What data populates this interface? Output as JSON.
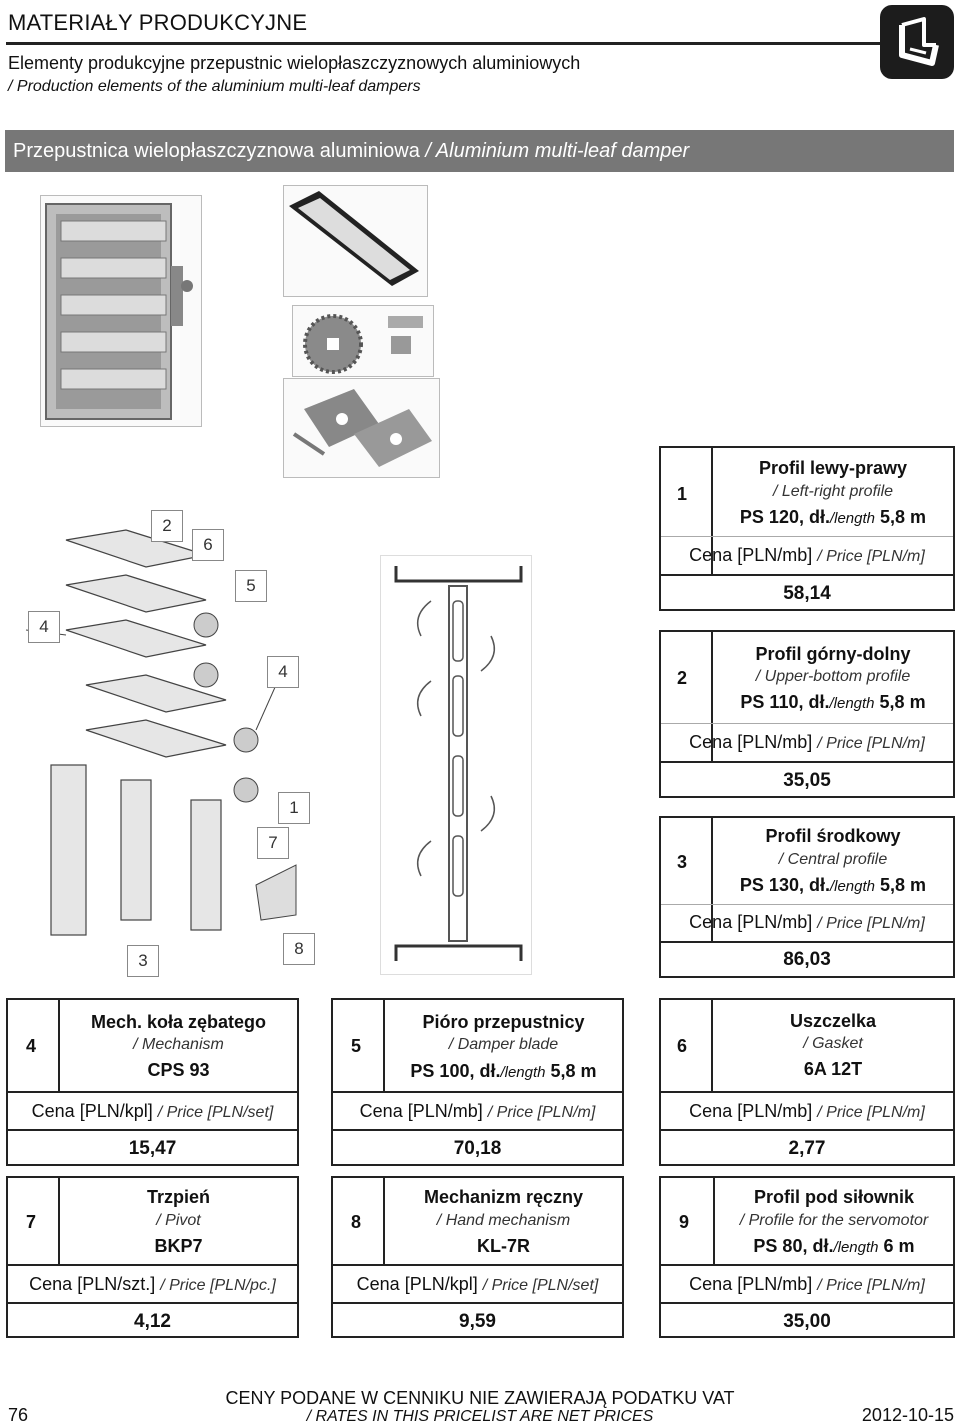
{
  "header": {
    "title": "MATERIAŁY PRODUKCYJNE",
    "subtitle": "Elementy produkcyjne przepustnic wielopłaszczyznowych aluminiowych",
    "subtitle_en": "/ Production elements of the aluminium multi-leaf dampers"
  },
  "section": {
    "title": "Przepustnica wielopłaszczyznowa aluminiowa",
    "title_en": "/ Aluminium multi-leaf damper"
  },
  "diagram_callouts": [
    "2",
    "6",
    "5",
    "4",
    "4",
    "1",
    "7",
    "3",
    "8"
  ],
  "products": [
    {
      "num": "1",
      "name": "Profil lewy-prawy",
      "name_en": "/ Left-right profile",
      "code": "PS 120, dł.",
      "len_en": "/length",
      "len": "5,8 m",
      "price_label": "Cena [PLN/mb]",
      "price_label_en": "/ Price [PLN/m]",
      "price": "58,14"
    },
    {
      "num": "2",
      "name": "Profil górny-dolny",
      "name_en": "/ Upper-bottom profile",
      "code": "PS 110, dł.",
      "len_en": "/length",
      "len": "5,8 m",
      "price_label": "Cena [PLN/mb]",
      "price_label_en": "/ Price [PLN/m]",
      "price": "35,05"
    },
    {
      "num": "3",
      "name": "Profil środkowy",
      "name_en": "/ Central profile",
      "code": "PS 130, dł.",
      "len_en": "/length",
      "len": "5,8 m",
      "price_label": "Cena [PLN/mb]",
      "price_label_en": "/ Price [PLN/m]",
      "price": "86,03"
    },
    {
      "num": "4",
      "name": "Mech. koła zębatego",
      "name_en": "/ Mechanism",
      "code": "CPS 93",
      "len_en": "",
      "len": "",
      "price_label": "Cena [PLN/kpl]",
      "price_label_en": "/ Price [PLN/set]",
      "price": "15,47"
    },
    {
      "num": "5",
      "name": "Pióro przepustnicy",
      "name_en": "/ Damper blade",
      "code": "PS 100, dł.",
      "len_en": "/length",
      "len": "5,8 m",
      "price_label": "Cena [PLN/mb]",
      "price_label_en": "/ Price [PLN/m]",
      "price": "70,18"
    },
    {
      "num": "6",
      "name": "Uszczelka",
      "name_en": "/ Gasket",
      "code": "6A 12T",
      "len_en": "",
      "len": "",
      "price_label": "Cena [PLN/mb]",
      "price_label_en": "/ Price [PLN/m]",
      "price": "2,77"
    },
    {
      "num": "7",
      "name": "Trzpień",
      "name_en": "/ Pivot",
      "code": "BKP7",
      "len_en": "",
      "len": "",
      "price_label": "Cena [PLN/szt.]",
      "price_label_en": "/ Price [PLN/pc.]",
      "price": "4,12"
    },
    {
      "num": "8",
      "name": "Mechanizm ręczny",
      "name_en": "/ Hand mechanism",
      "code": "KL-7R",
      "len_en": "",
      "len": "",
      "price_label": "Cena [PLN/kpl]",
      "price_label_en": "/ Price [PLN/set]",
      "price": "9,59"
    },
    {
      "num": "9",
      "name": "Profil pod siłownik",
      "name_en": "/ Profile for the servomotor",
      "code": "PS 80, dł.",
      "len_en": "/length",
      "len": "6 m",
      "price_label": "Cena [PLN/mb]",
      "price_label_en": "/ Price [PLN/m]",
      "price": "35,00"
    }
  ],
  "footer": {
    "note": "CENY PODANE W CENNIKU NIE ZAWIERAJĄ PODATKU VAT",
    "note_en": "/ RATES IN THIS PRICELIST ARE NET PRICES",
    "page": "76",
    "date": "2012-10-15"
  }
}
